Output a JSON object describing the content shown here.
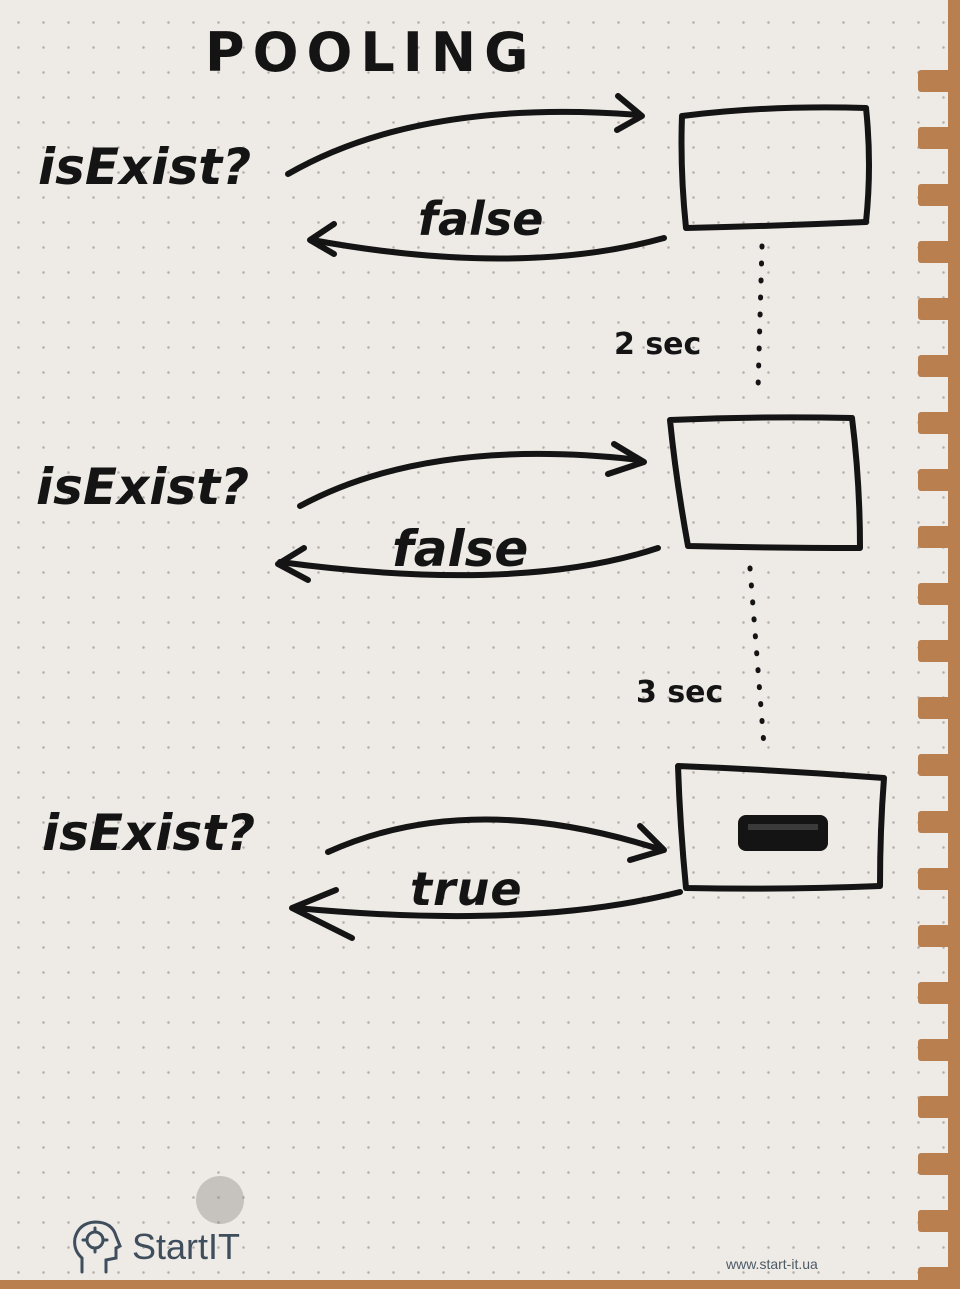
{
  "title": "POOLING",
  "steps": [
    {
      "question": "isExist?",
      "answer": "false"
    },
    {
      "question": "isExist?",
      "answer": "false"
    },
    {
      "question": "isExist?",
      "answer": "true"
    }
  ],
  "delays": [
    "2 sec",
    "3 sec"
  ],
  "branding": {
    "logo_name": "StartIT",
    "website": "www.start-it.ua"
  },
  "colors": {
    "ink": "#141414",
    "paper": "#eeeae6",
    "table": "#b97f4f",
    "logo": "#3f4e5c"
  },
  "icons": [
    "head-gear-logo-icon"
  ]
}
